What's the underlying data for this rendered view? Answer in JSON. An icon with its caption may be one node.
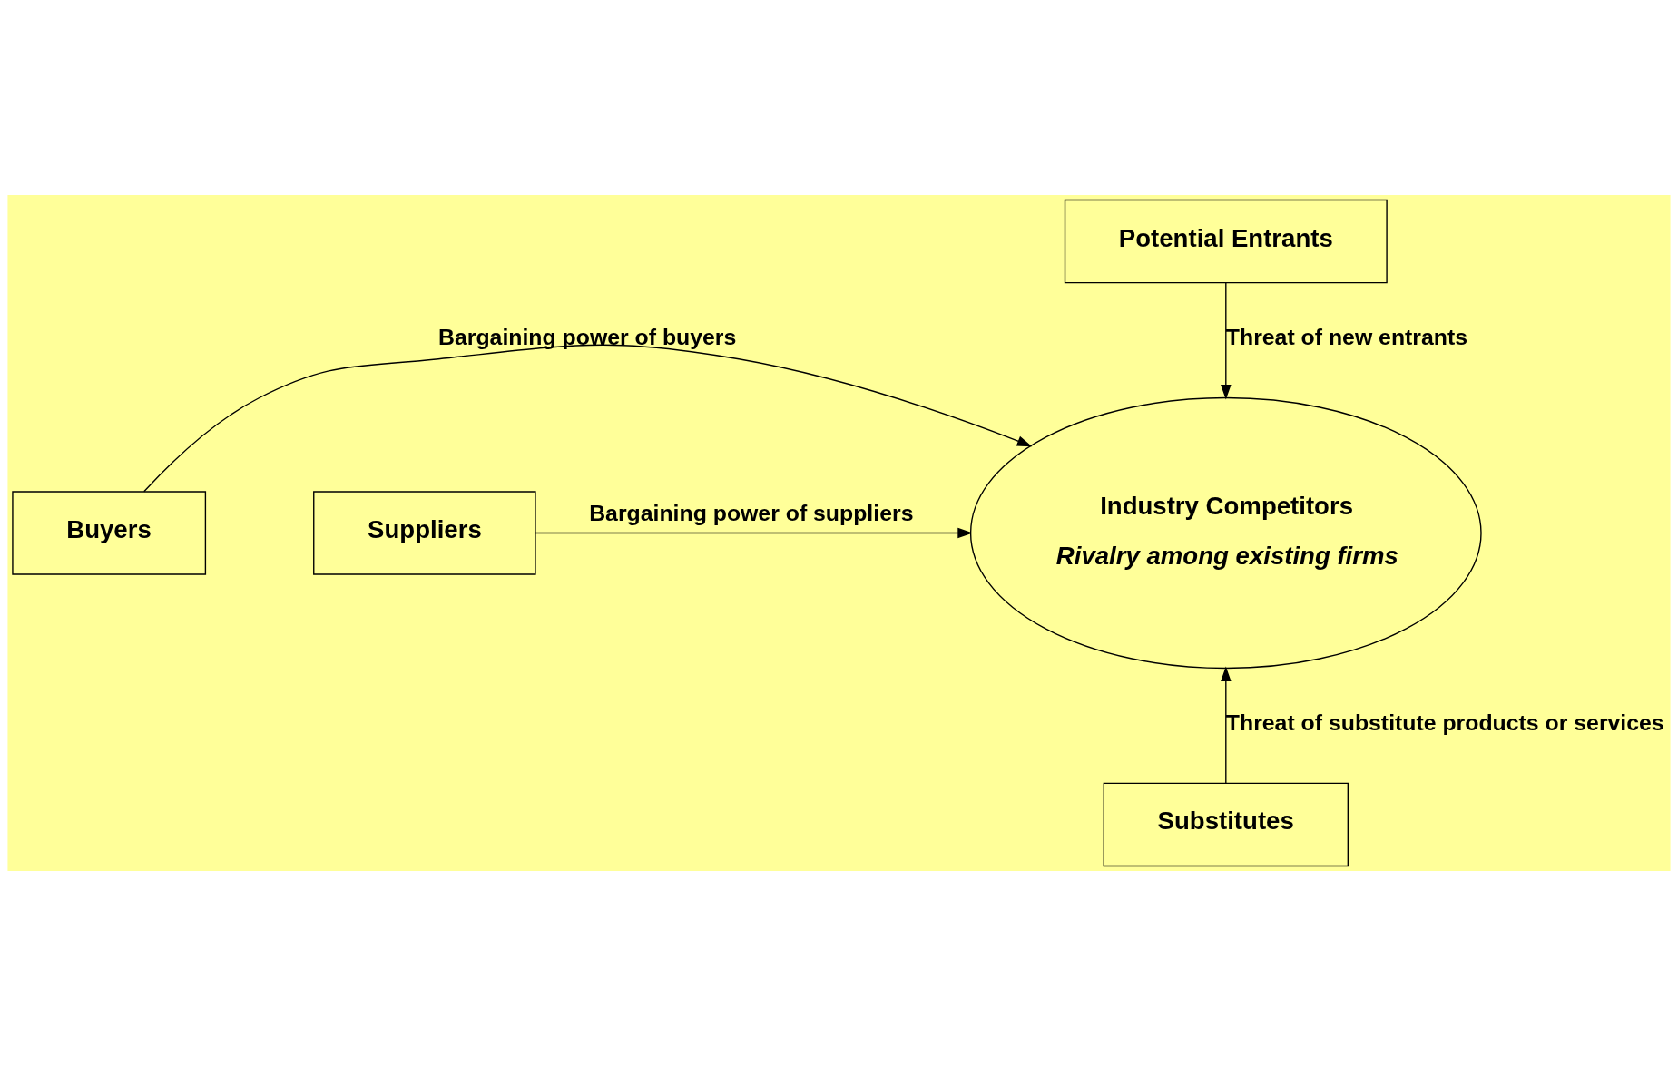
{
  "diagram": {
    "nodes": [
      {
        "text": [
          "Potential Entrants"
        ]
      },
      {
        "text": [
          "Industry Competitors",
          "Rivalry among existing firms"
        ]
      },
      {
        "text": [
          "Buyers"
        ]
      },
      {
        "text": [
          "Suppliers"
        ]
      },
      {
        "text": [
          "Substitutes"
        ]
      }
    ],
    "edges": [
      {
        "from": 0,
        "to": 1,
        "arrow": "to",
        "label": "Threat of new entrants"
      },
      {
        "from": 2,
        "to": 1,
        "arrow": "to",
        "label": "Bargaining power of buyers"
      },
      {
        "from": 3,
        "to": 1,
        "arrow": "to",
        "label": "Bargaining power of suppliers"
      },
      {
        "from": 4,
        "to": 1,
        "arrow": "to",
        "label": "Threat of substitute products or services"
      }
    ]
  }
}
